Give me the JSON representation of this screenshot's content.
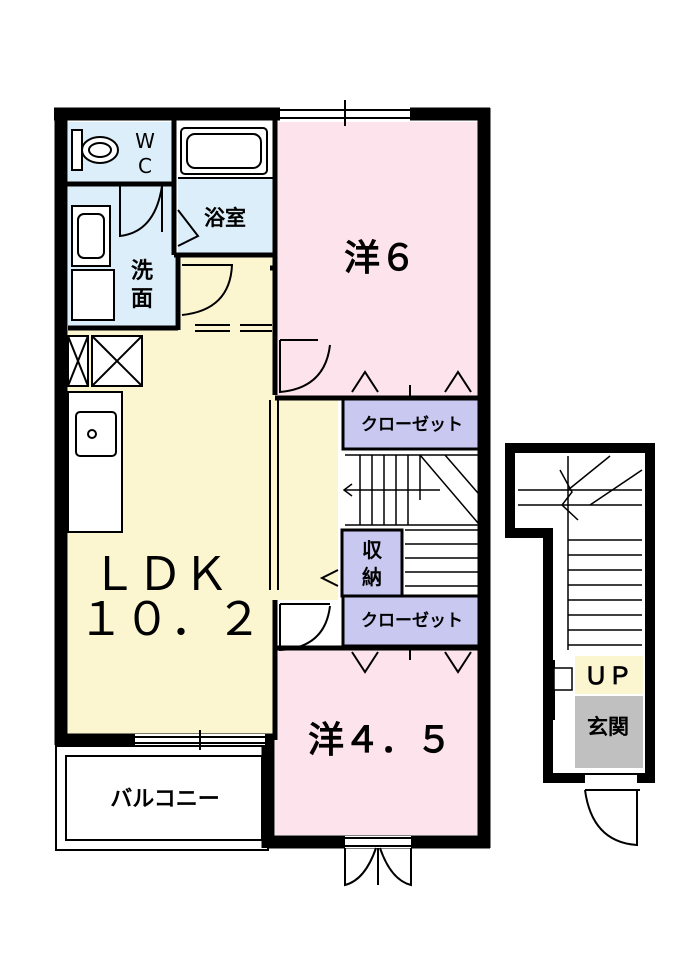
{
  "rooms": {
    "wc": "W\nC",
    "bath": "浴室",
    "washroom": "洗\n面",
    "western_6": "洋６",
    "closet_upper": "クローゼット",
    "storage": "収\n納",
    "closet_lower": "クローゼット",
    "ldk": "ＬＤＫ",
    "ldk_size": "１０．２",
    "western_45": "洋４．５",
    "balcony": "バルコニー",
    "up": "ＵＰ",
    "entrance": "玄関"
  },
  "colors": {
    "wall": "#000000",
    "ldk_fill": "#fbf5d0",
    "western_fill": "#fde3ec",
    "wet_fill": "#ddeefb",
    "closet_fill": "#c8c8f0",
    "entrance_fill": "#c0c0c0",
    "up_fill": "#fbf5d0"
  }
}
